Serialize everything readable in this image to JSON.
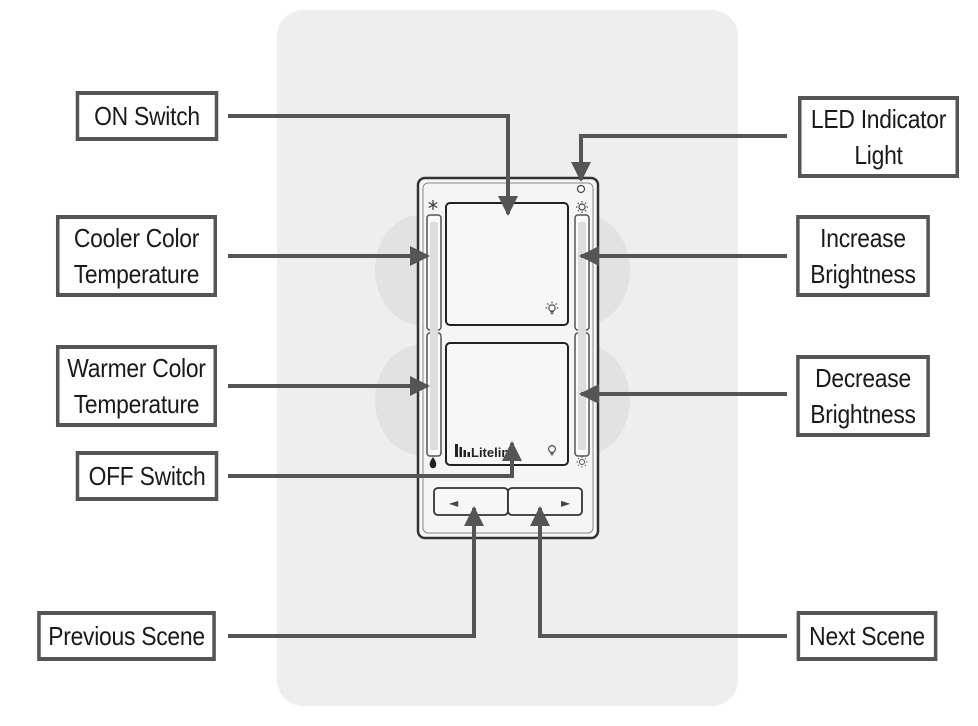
{
  "callouts": {
    "on_switch": [
      "ON Switch"
    ],
    "cooler": [
      "Cooler Color",
      "Temperature"
    ],
    "warmer": [
      "Warmer Color",
      "Temperature"
    ],
    "off_switch": [
      "OFF Switch"
    ],
    "previous_scene": [
      "Previous Scene"
    ],
    "led_indicator": [
      "LED Indicator",
      "Light"
    ],
    "increase_brightness": [
      "Increase",
      "Brightness"
    ],
    "decrease_brightness": [
      "Decrease",
      "Brightness"
    ],
    "next_scene": [
      "Next Scene"
    ]
  },
  "device": {
    "brand": "Litelin",
    "prev_arrow": "◄",
    "next_arrow": "►"
  },
  "colors": {
    "callout_border": "#555555",
    "arrow": "#555555",
    "wallplate": "#eeeeee",
    "device_outline": "#333333"
  },
  "icons": {
    "cool": "snowflake-icon",
    "warm": "flame-icon",
    "bright": "sun-icon",
    "dim": "dim-sun-icon",
    "on_bulb": "bulb-on-icon",
    "off_bulb": "bulb-off-icon"
  }
}
